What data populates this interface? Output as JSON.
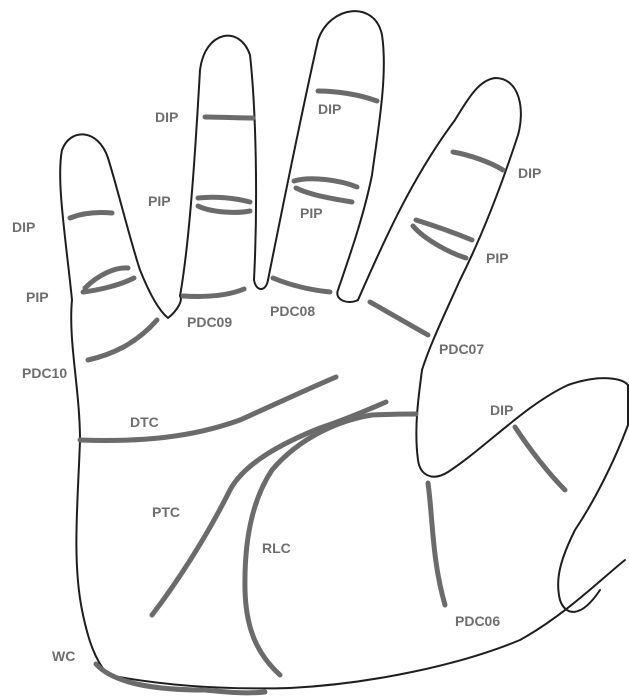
{
  "labels": {
    "dip_little": "DIP",
    "pip_little": "PIP",
    "pdc10": "PDC10",
    "dip_ring": "DIP",
    "pip_ring": "PIP",
    "pdc09": "PDC09",
    "dip_middle": "DIP",
    "pip_middle": "PIP",
    "pdc08": "PDC08",
    "dip_index": "DIP",
    "pip_index": "PIP",
    "pdc07": "PDC07",
    "dip_thumb": "DIP",
    "pdc06": "PDC06",
    "dtc": "DTC",
    "ptc": "PTC",
    "rlc": "RLC",
    "wc": "WC"
  },
  "colors": {
    "outline": "#1e1e1e",
    "crease": "#6b6b6b",
    "label": "#6e6e6e",
    "background": "#ffffff"
  }
}
